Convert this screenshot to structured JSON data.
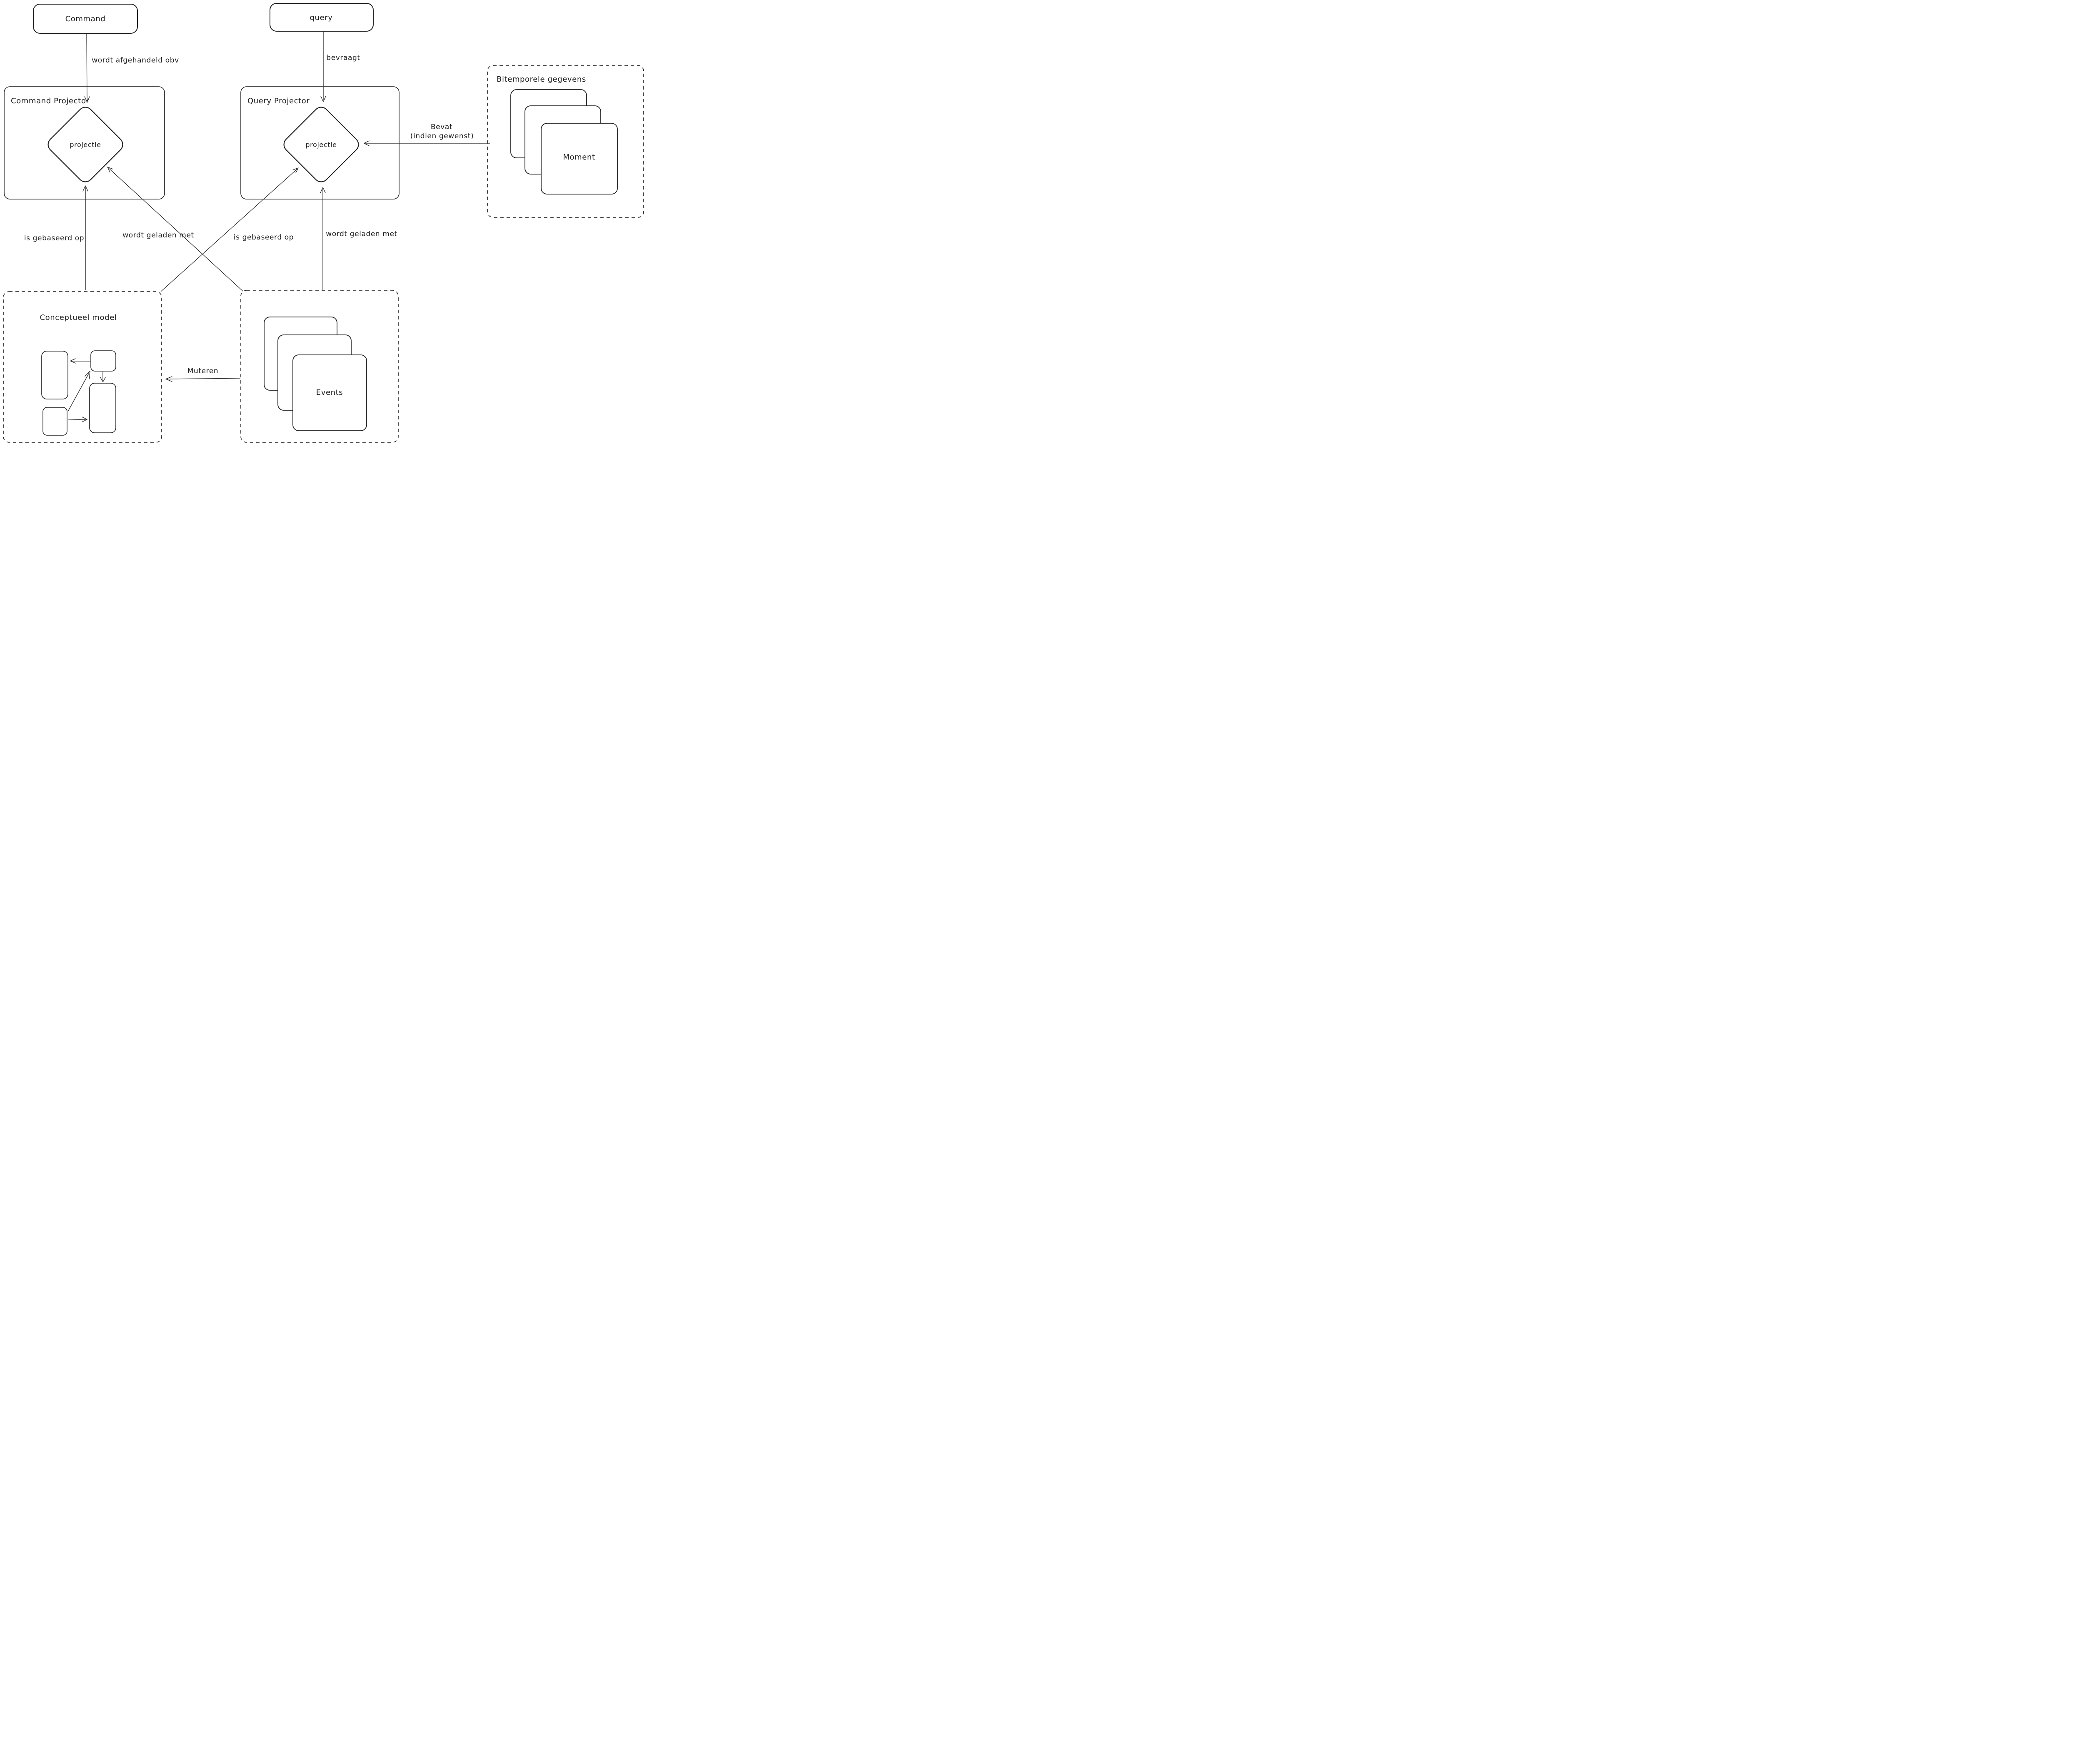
{
  "canvas": {
    "background": "#ffffff",
    "stroke_color": "#1e1e1e"
  },
  "nodes": {
    "command": {
      "label": "Command"
    },
    "query": {
      "label": "query"
    },
    "command_projector": {
      "title": "Command Projector",
      "diamond_label": "projectie"
    },
    "query_projector": {
      "title": "Query Projector",
      "diamond_label": "projectie"
    },
    "bitemporal": {
      "title": "Bitemporele gegevens",
      "card_label": "Moment"
    },
    "conceptual_model": {
      "title": "Conceptueel model"
    },
    "events": {
      "card_label": "Events"
    }
  },
  "edges": {
    "command_to_projector": {
      "label": "wordt afgehandeld obv"
    },
    "query_to_projector": {
      "label": "bevraagt"
    },
    "bevat": {
      "label_line1": "Bevat",
      "label_line2": "(indien gewenst)"
    },
    "is_gebaseerd_op_left": {
      "label": "is gebaseerd op"
    },
    "wordt_geladen_met_left": {
      "label": "wordt geladen met"
    },
    "is_gebaseerd_op_right": {
      "label": "is gebaseerd op"
    },
    "wordt_geladen_met_right": {
      "label": "wordt geladen met"
    },
    "muteren": {
      "label": "Muteren"
    }
  }
}
